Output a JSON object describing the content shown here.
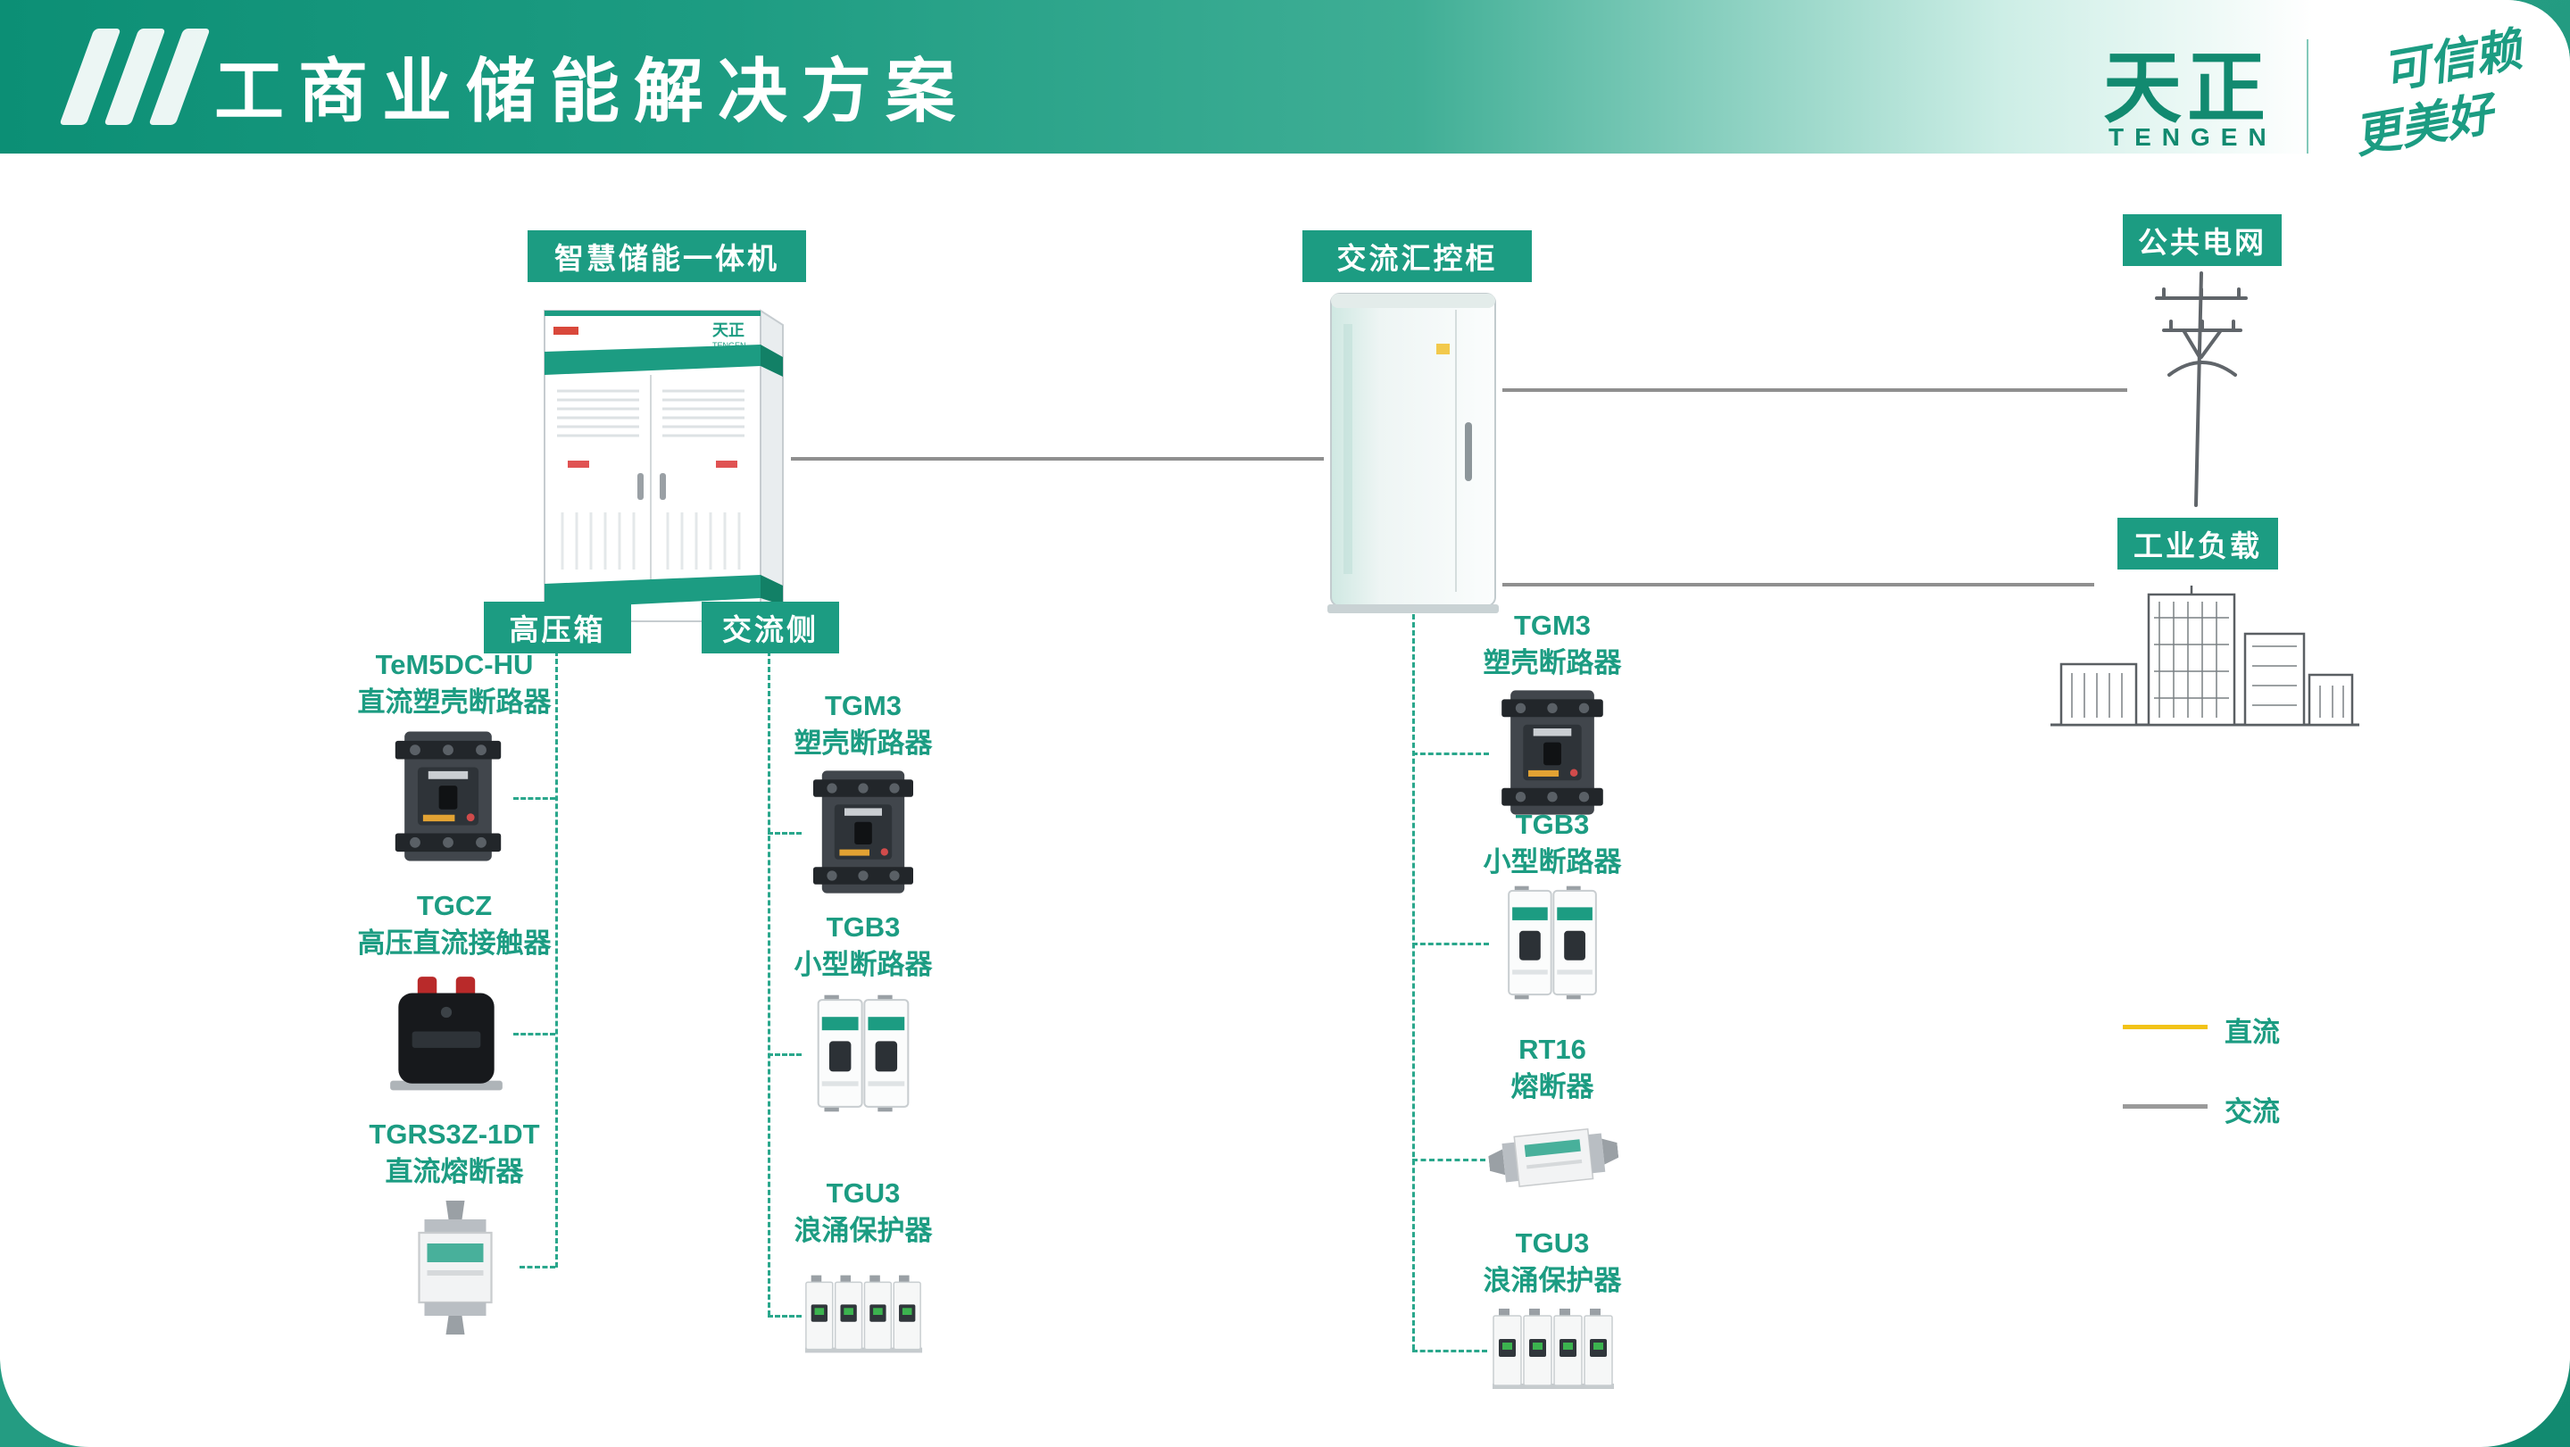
{
  "header": {
    "title": "工商业储能解决方案",
    "brand": {
      "name": "天正",
      "sub": "TENGEN",
      "slogan": [
        "可信赖",
        "更美好"
      ]
    }
  },
  "labels": {
    "storage_unit": "智慧储能一体机",
    "ac_cabinet": "交流汇控柜",
    "public_grid": "公共电网",
    "industrial_load": "工业负载",
    "hv_box": "高压箱",
    "ac_side": "交流侧"
  },
  "products": {
    "hv_box": [
      {
        "model": "TeM5DC-HU",
        "name": "直流塑壳断路器"
      },
      {
        "model": "TGCZ",
        "name": "高压直流接触器"
      },
      {
        "model": "TGRS3Z-1DT",
        "name": "直流熔断器"
      }
    ],
    "ac_side": [
      {
        "model": "TGM3",
        "name": "塑壳断路器"
      },
      {
        "model": "TGB3",
        "name": "小型断路器"
      },
      {
        "model": "TGU3",
        "name": "浪涌保护器"
      }
    ],
    "ac_cabinet": [
      {
        "model": "TGM3",
        "name": "塑壳断路器"
      },
      {
        "model": "TGB3",
        "name": "小型断路器"
      },
      {
        "model": "RT16",
        "name": "熔断器"
      },
      {
        "model": "TGU3",
        "name": "浪涌保护器"
      }
    ]
  },
  "legend": {
    "dc": {
      "label": "直流",
      "color": "#F2C318"
    },
    "ac": {
      "label": "交流",
      "color": "#9A9A9A"
    }
  },
  "colors": {
    "teal": "#1C9C82",
    "teal_dark": "#0F8A70",
    "line_gray": "#8F8F8F",
    "dashed_teal": "#2AA78C"
  }
}
